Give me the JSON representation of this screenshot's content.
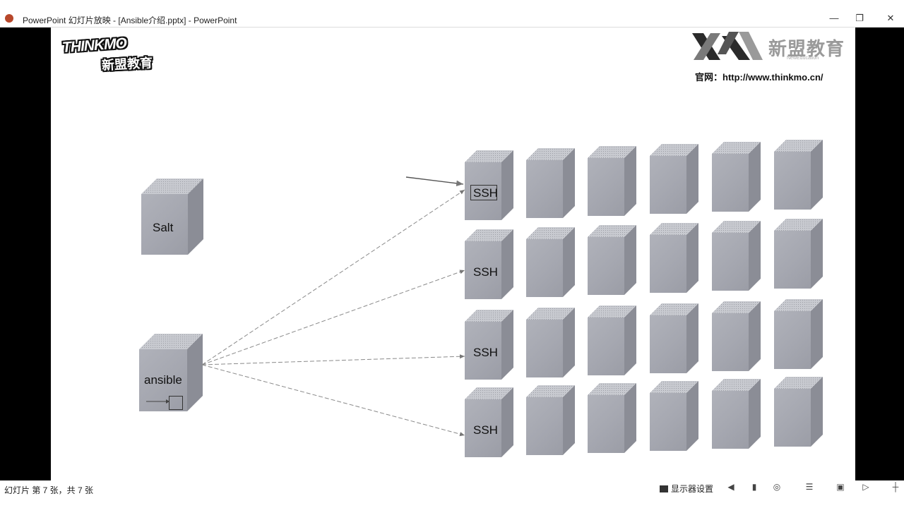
{
  "window": {
    "title": "PowerPoint 幻灯片放映 - [Ansible介绍.pptx] - PowerPoint",
    "minimize": "—",
    "restore": "❐",
    "close": "✕"
  },
  "slide": {
    "logo_left_line1": "THINKMO",
    "logo_left_line2": "新盟教育",
    "logo_right_cn": "新盟教育",
    "logo_right_en": "NewEducation",
    "site_url": "官网：http://www.thinkmo.cn/",
    "salt_label": "Salt",
    "ansible_label": "ansible",
    "ssh_labels": [
      "SSH",
      "SSH",
      "SSH",
      "SSH"
    ],
    "server_grid": {
      "rows": 4,
      "columns": 6
    },
    "colors": {
      "server_front": "#a7a9b2",
      "server_side": "#8b8d96",
      "server_top": "#c8cad0",
      "arrow": "#7a7a7a"
    }
  },
  "status": {
    "slide_counter": "幻灯片 第 7 张，共 7 张",
    "display_settings": "显示器设置",
    "icons": [
      "prev-icon",
      "normal-view-icon",
      "slide-sorter-icon",
      "reading-view-icon",
      "slideshow-icon",
      "zoom-icon"
    ]
  }
}
